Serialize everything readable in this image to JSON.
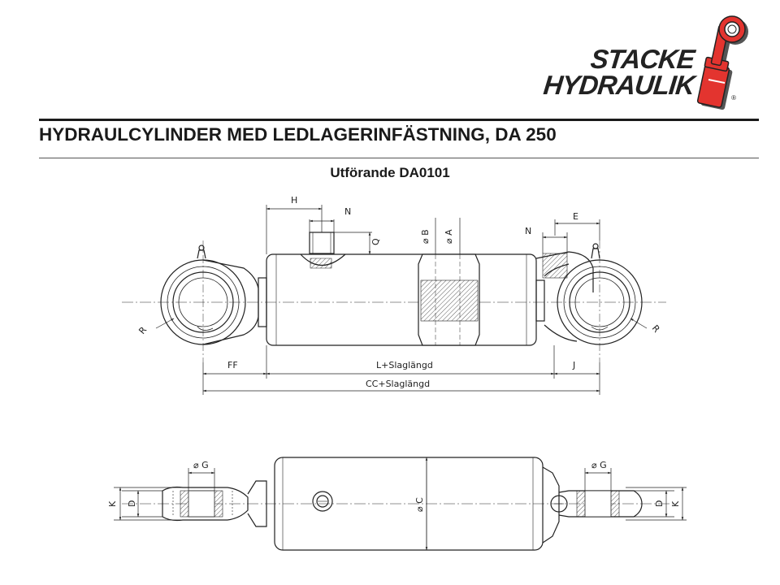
{
  "brand": {
    "line1": "STACKE",
    "line2": "HYDRAULIK",
    "registered": "®",
    "accent_color": "#e3342f"
  },
  "document": {
    "title": "HYDRAULCYLINDER MED LEDLAGERINFÄSTNING, DA 250",
    "subtitle": "Utförande DA0101"
  },
  "dimensions": {
    "H": "H",
    "N_left": "N",
    "Q": "Q",
    "B": "⌀ B",
    "A": "⌀ A",
    "N_right": "N",
    "E": "E",
    "R_left": "R",
    "R_right": "R",
    "FF": "FF",
    "L_stroke": "L+Slaglängd",
    "J": "J",
    "CC_stroke": "CC+Slaglängd",
    "G_left": "⌀ G",
    "G_right": "⌀ G",
    "K_left": "K",
    "D_left": "D",
    "C": "⌀ C",
    "D_right": "D",
    "K_right": "K"
  }
}
